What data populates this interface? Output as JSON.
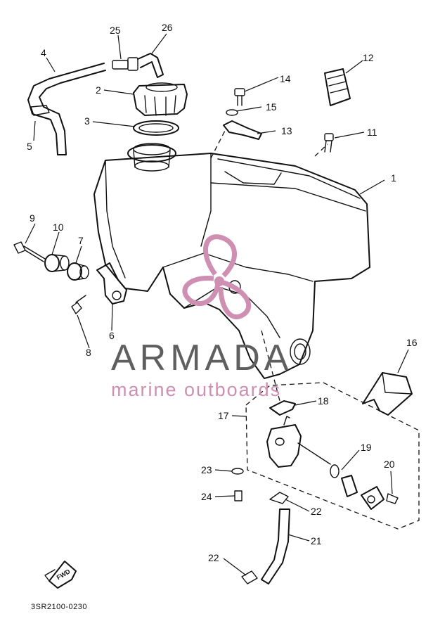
{
  "callouts": [
    "1",
    "2",
    "3",
    "4",
    "5",
    "6",
    "7",
    "8",
    "9",
    "10",
    "11",
    "12",
    "13",
    "14",
    "15",
    "16",
    "17",
    "18",
    "19",
    "20",
    "21",
    "22",
    "22",
    "23",
    "24",
    "25",
    "26"
  ],
  "watermark": {
    "brand": "ARMADA",
    "tagline": "marine outboards",
    "color_brand": "#5f5f5f",
    "color_accent": "#cf8fb3"
  },
  "footer_code": "3SR2100-0230",
  "fwd_label": "FWD"
}
